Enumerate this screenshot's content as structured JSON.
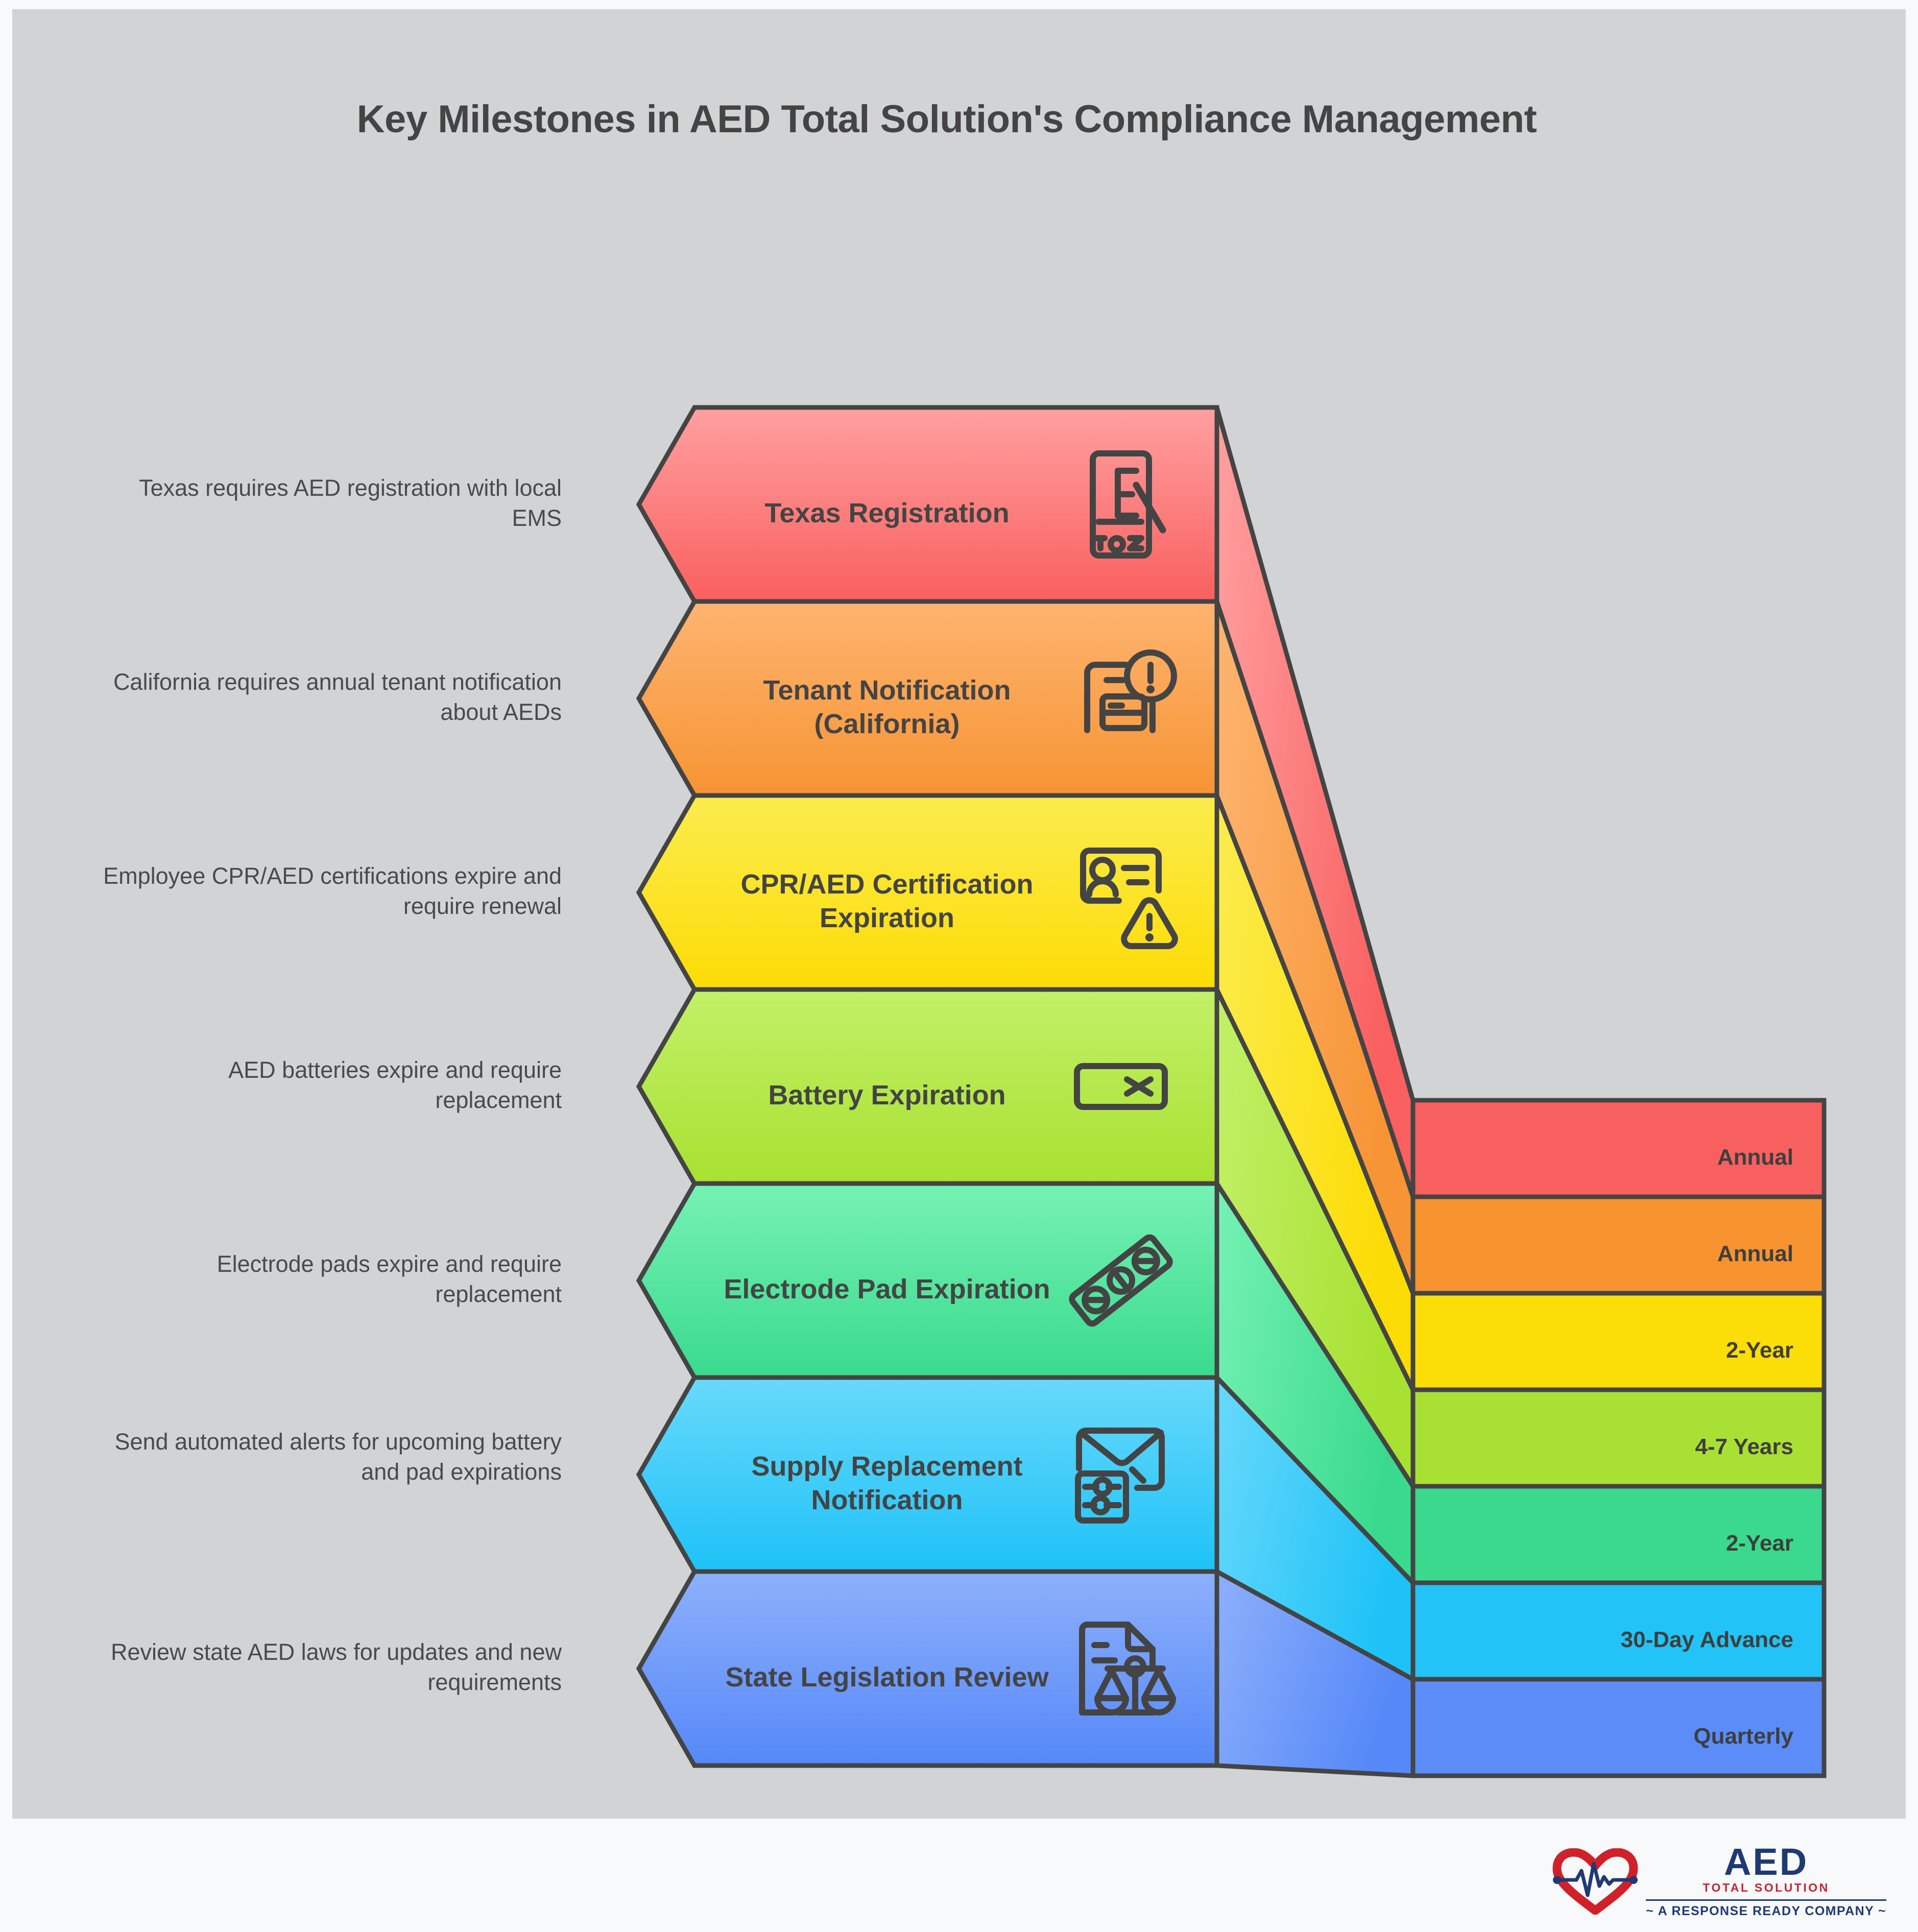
{
  "title": "Key Milestones in AED Total Solution's Compliance Management",
  "background_color": "#d2d3d5",
  "stroke_color": "#444444",
  "steps": [
    {
      "description": "Texas requires AED registration with local EMS",
      "label": "Texas Registration",
      "frequency": "Annual",
      "icon": "eye-chart-document-icon",
      "color_top": "#ffa0a0",
      "color_bottom": "#f9605f",
      "color_flat": "#f7605f"
    },
    {
      "description": "California requires annual tenant notification about AEDs",
      "label": "Tenant Notification (California)",
      "frequency": "Annual",
      "icon": "document-alert-icon",
      "color_top": "#fdb470",
      "color_bottom": "#f79434",
      "color_flat": "#f6932f"
    },
    {
      "description": "Employee CPR/AED certifications expire and require renewal",
      "label": "CPR/AED Certification Expiration",
      "frequency": "2-Year",
      "icon": "id-card-warning-icon",
      "color_top": "#fbec4e",
      "color_bottom": "#fcdc05",
      "color_flat": "#fbdd08"
    },
    {
      "description": "AED batteries expire and require replacement",
      "label": "Battery Expiration",
      "frequency": "4-7 Years",
      "icon": "battery-x-icon",
      "color_top": "#c3f068",
      "color_bottom": "#a8e131",
      "color_flat": "#a9e034"
    },
    {
      "description": "Electrode pads expire and require replacement",
      "label": "Electrode Pad Expiration",
      "frequency": "2-Year",
      "icon": "electrode-pad-icon",
      "color_top": "#76f2b4",
      "color_bottom": "#39da8d",
      "color_flat": "#3ad98d"
    },
    {
      "description": "Send automated alerts for upcoming battery and pad expirations",
      "label": "Supply Replacement Notification",
      "frequency": "30-Day Advance",
      "icon": "envelope-settings-icon",
      "color_top": "#68d9fb",
      "color_bottom": "#1ec2f7",
      "color_flat": "#22c3f6"
    },
    {
      "description": "Review state AED laws for updates and new requirements",
      "label": "State Legislation Review",
      "frequency": "Quarterly",
      "icon": "legal-document-scales-icon",
      "color_top": "#8db0fb",
      "color_bottom": "#5588f8",
      "color_flat": "#5b8cf8"
    }
  ],
  "logo": {
    "name": "AED",
    "subtitle": "TOTAL SOLUTION",
    "tagline": "~ A RESPONSE READY COMPANY ~",
    "mark": "heart-ekg-icon",
    "navy": "#1f3a73",
    "red": "#d0212b"
  }
}
